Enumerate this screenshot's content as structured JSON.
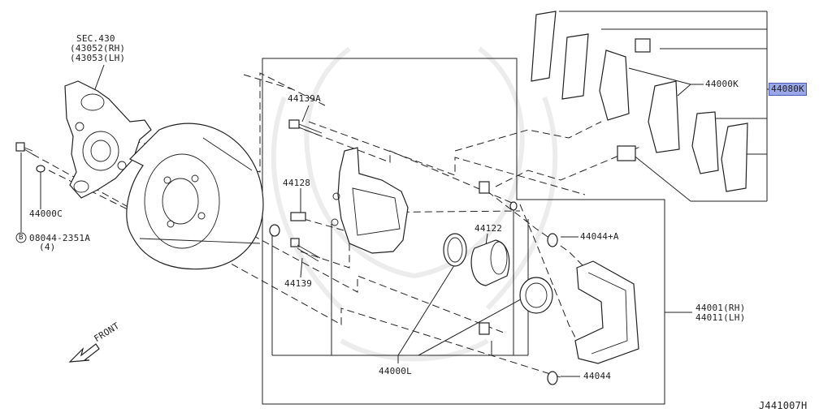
{
  "diagram": {
    "labels": {
      "sec430_title": "SEC.430",
      "sec430_rh": "(43052(RH)",
      "sec430_lh": "(43053(LH)",
      "part_44000c": "44000C",
      "part_08044_bolt": "08044-2351A",
      "part_08044_qty": "(4)",
      "bolt_circle_letter": "B",
      "part_44139a": "44139A",
      "part_44128": "44128",
      "part_44139": "44139",
      "part_44122": "44122",
      "part_44000k": "44000K",
      "part_44080k": "44080K",
      "part_44044a": "44044+A",
      "part_44001_rh": "44001(RH)",
      "part_44011_lh": "44011(LH)",
      "part_44044": "44044",
      "part_44000l": "44000L",
      "front_label": "FRONT",
      "drawing_code": "J441007H"
    },
    "highlight_color": "#9aa7e8"
  }
}
